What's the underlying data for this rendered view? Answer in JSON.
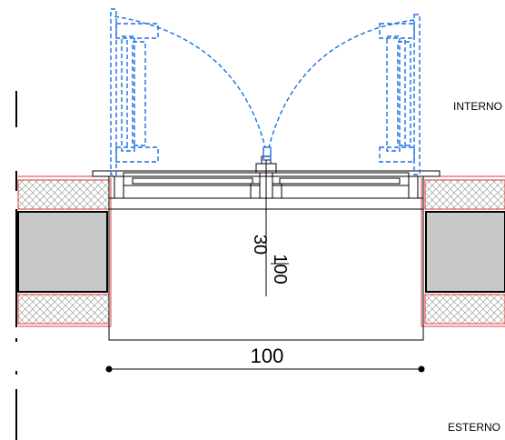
{
  "labels": {
    "interior": "INTERNO",
    "exterior": "ESTERNO"
  },
  "dimensions": {
    "width": "100",
    "height_fraction": {
      "numerator": "100",
      "denominator": "30"
    }
  },
  "colors": {
    "line": "#000000",
    "door_swing": "#1a6fe0",
    "insulation_outline": "#e03a3a",
    "hatch": "#8a8a8a",
    "masonry_fill": "#c8c8c8"
  }
}
